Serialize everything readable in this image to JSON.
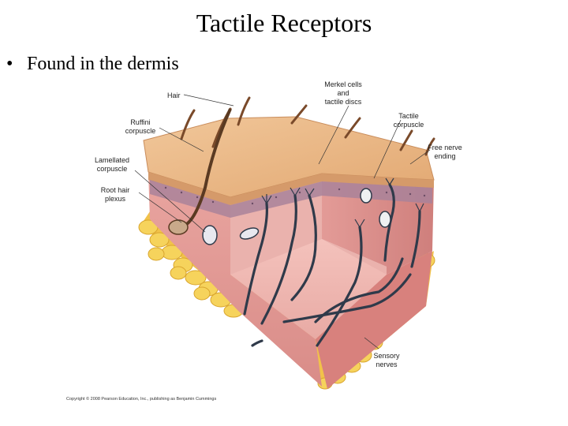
{
  "slide": {
    "title": "Tactile Receptors",
    "bullet": "•",
    "bullet_text": "Found in the dermis"
  },
  "diagram": {
    "labels": {
      "hair": "Hair",
      "merkel": [
        "Merkel cells",
        "and",
        "tactile discs"
      ],
      "tactile_corpuscle": [
        "Tactile",
        "corpuscle"
      ],
      "free_nerve": [
        "Free nerve",
        "ending"
      ],
      "ruffini": [
        "Ruffini",
        "corpuscle"
      ],
      "lamellated": [
        "Lamellated",
        "corpuscle"
      ],
      "root_hair": [
        "Root hair",
        "plexus"
      ],
      "sensory_nerves": [
        "Sensory",
        "nerves"
      ]
    },
    "copyright": "Copyright © 2008 Pearson Education, Inc., publishing as Benjamin Cummings"
  }
}
